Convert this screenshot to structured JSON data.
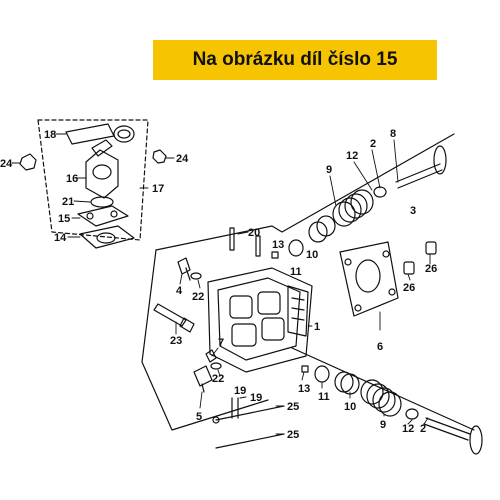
{
  "banner": {
    "title": "Na obrázku díl číslo 15",
    "background": "#f6c400"
  },
  "diagram": {
    "accent_color": "#111111",
    "callouts": [
      {
        "id": "c18",
        "text": "18"
      },
      {
        "id": "c16",
        "text": "16"
      },
      {
        "id": "c21",
        "text": "21"
      },
      {
        "id": "c17",
        "text": "17"
      },
      {
        "id": "c24a",
        "text": "24"
      },
      {
        "id": "c24b",
        "text": "24"
      },
      {
        "id": "c15",
        "text": "15"
      },
      {
        "id": "c14",
        "text": "14"
      },
      {
        "id": "c2a",
        "text": "2"
      },
      {
        "id": "c8",
        "text": "8"
      },
      {
        "id": "c12a",
        "text": "12"
      },
      {
        "id": "c9a",
        "text": "9"
      },
      {
        "id": "c3",
        "text": "3"
      },
      {
        "id": "c20",
        "text": "20"
      },
      {
        "id": "c13a",
        "text": "13"
      },
      {
        "id": "c10a",
        "text": "10"
      },
      {
        "id": "c11a",
        "text": "11"
      },
      {
        "id": "c4",
        "text": "4"
      },
      {
        "id": "c22a",
        "text": "22"
      },
      {
        "id": "c26a",
        "text": "26"
      },
      {
        "id": "c26b",
        "text": "26"
      },
      {
        "id": "c1",
        "text": "1"
      },
      {
        "id": "c6",
        "text": "6"
      },
      {
        "id": "c23",
        "text": "23"
      },
      {
        "id": "c7",
        "text": "7"
      },
      {
        "id": "c22b",
        "text": "22"
      },
      {
        "id": "c13b",
        "text": "13"
      },
      {
        "id": "c11b",
        "text": "11"
      },
      {
        "id": "c10b",
        "text": "10"
      },
      {
        "id": "c9b",
        "text": "9"
      },
      {
        "id": "c12b",
        "text": "12"
      },
      {
        "id": "c2b",
        "text": "2"
      },
      {
        "id": "c5",
        "text": "5"
      },
      {
        "id": "c19a",
        "text": "19"
      },
      {
        "id": "c19b",
        "text": "19"
      },
      {
        "id": "c25a",
        "text": "25"
      },
      {
        "id": "c25b",
        "text": "25"
      }
    ]
  }
}
